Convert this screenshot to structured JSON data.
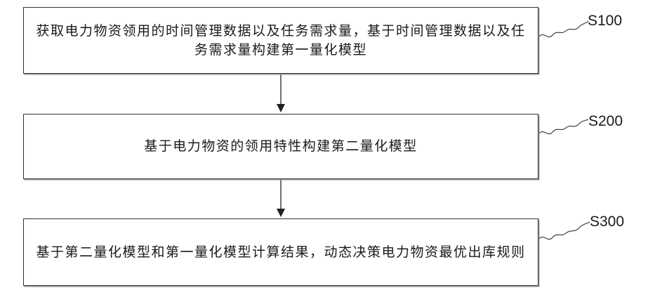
{
  "steps": [
    {
      "id": "S100",
      "text": "获取电力物资领用的时间管理数据以及任务需求量，基于时间管理数据以及任务需求量构建第一量化模型"
    },
    {
      "id": "S200",
      "text": "基于电力物资的领用特性构建第二量化模型"
    },
    {
      "id": "S300",
      "text": "基于第二量化模型和第一量化模型计算结果，动态决策电力物资最优出库规则"
    }
  ]
}
